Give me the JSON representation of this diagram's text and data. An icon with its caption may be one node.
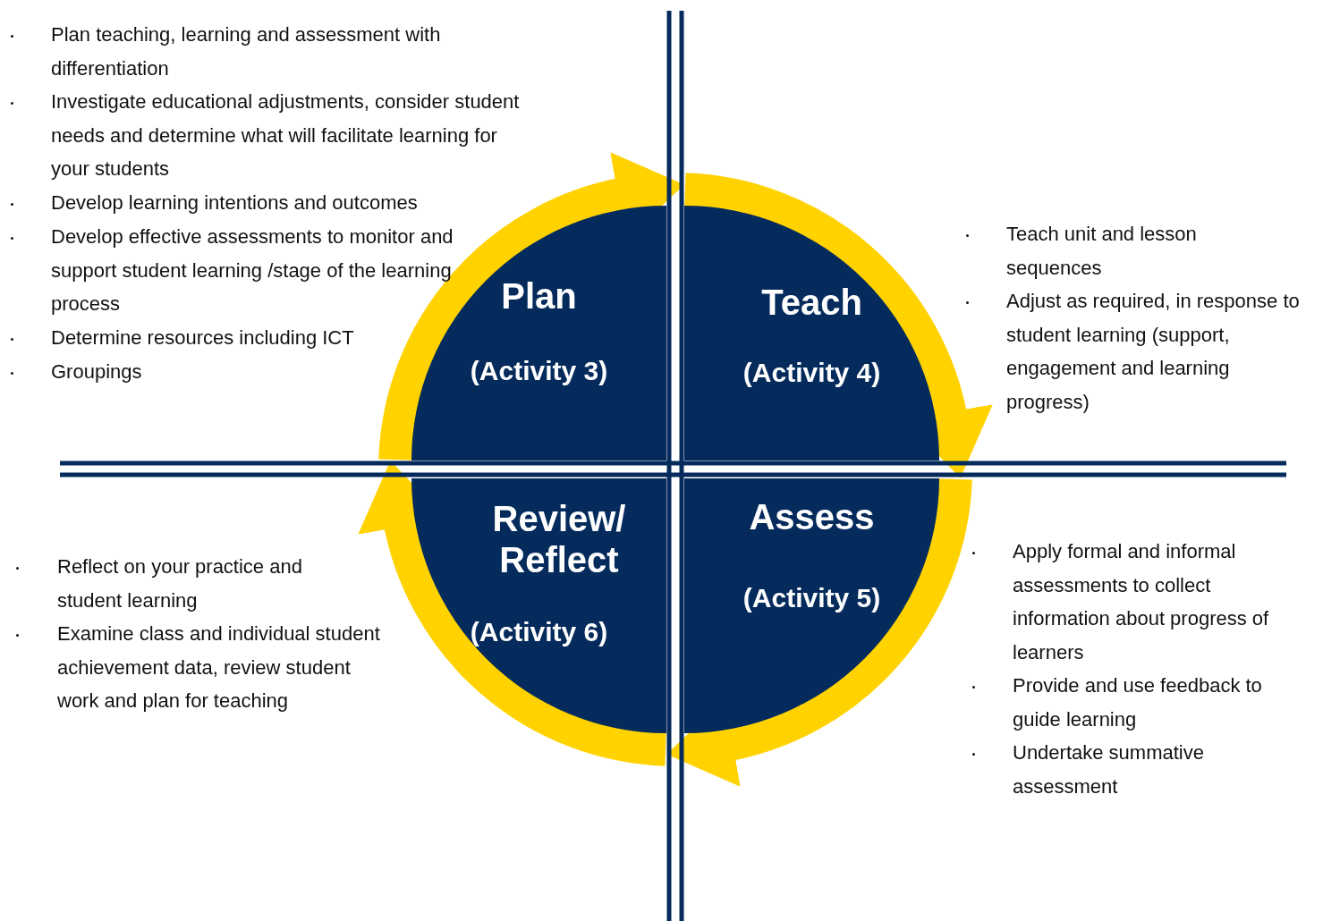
{
  "diagram": {
    "nodes": [
      {
        "text": [
          "Plan",
          "(Activity 3)"
        ],
        "beside": [
          "Plan teaching, learning and assessment with differentiation",
          "Investigate educational adjustments, consider student needs and determine what will facilitate learning for your students",
          "Develop learning intentions and outcomes",
          "Develop effective assessments to monitor and support student learning /stage of the learning process",
          "Determine resources including ICT",
          "Groupings"
        ]
      },
      {
        "text": [
          "Teach",
          "(Activity 4)"
        ],
        "beside": [
          "Teach unit and lesson sequences",
          "Adjust as required, in response to student learning (support, engagement and learning progress)"
        ]
      },
      {
        "text": [
          "Review/ Reflect",
          "(Activity 6)"
        ],
        "beside": [
          "Reflect on your practice and student learning",
          "Examine class and individual student achievement data, review student work and plan for teaching"
        ]
      },
      {
        "text": [
          "Assess",
          "(Activity 5)"
        ],
        "beside": [
          "Apply formal and informal assessments to collect information about progress of learners",
          "Provide and use feedback to guide learning",
          "Undertake summative assessment"
        ]
      }
    ],
    "edges": [
      {
        "from": 0,
        "to": 1,
        "arrow": "to"
      },
      {
        "from": 1,
        "to": 3,
        "arrow": "to"
      },
      {
        "from": 3,
        "to": 2,
        "arrow": "to"
      },
      {
        "from": 2,
        "to": 0,
        "arrow": "to"
      }
    ]
  }
}
